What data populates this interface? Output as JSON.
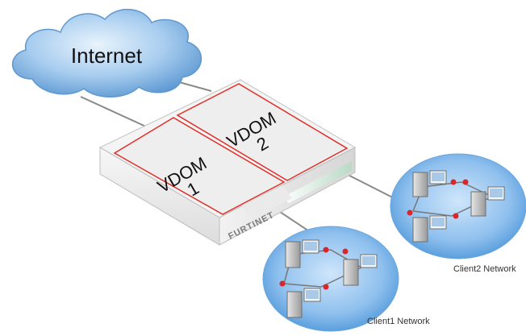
{
  "diagram": {
    "cloud_label": "Internet",
    "vdom1": {
      "line1": "VDOM",
      "line2": "1"
    },
    "vdom2": {
      "line1": "VDOM",
      "line2": "2"
    },
    "brand": "FURTINET",
    "client1_label": "Client1 Network",
    "client2_label": "Client2 Network"
  },
  "colors": {
    "cloud": "#7fb2e0",
    "vdom_border": "#e0302a",
    "network_disc": "#8fc0ee",
    "link": "#808080",
    "node_dot": "#d8262a",
    "device_body": "#f4f4f4",
    "brand_mark": "#d8262a"
  },
  "icons": [
    "cloud-icon",
    "firewall-device-icon",
    "server-icon",
    "monitor-icon",
    "node-dot-icon"
  ]
}
